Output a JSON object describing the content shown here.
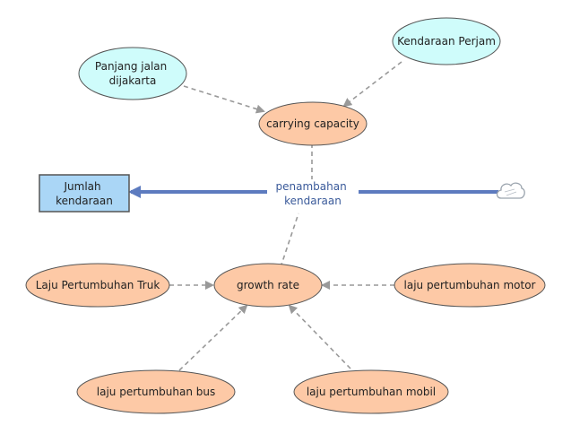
{
  "diagram": {
    "stock": {
      "lines": [
        "Jumlah",
        "kendaraan"
      ]
    },
    "flow": {
      "lines": [
        "penambahan",
        "kendaraan"
      ]
    },
    "aux": {
      "panjang_jalan": [
        "Panjang jalan",
        "dijakarta"
      ],
      "kendaraan_perjam": [
        "Kendaraan Perjam"
      ],
      "carrying_capacity": [
        "carrying capacity"
      ],
      "growth_rate": [
        "growth rate"
      ],
      "laju_truk": [
        "Laju Pertumbuhan Truk"
      ],
      "laju_motor": [
        "laju pertumbuhan motor"
      ],
      "laju_bus": [
        "laju pertumbuhan bus"
      ],
      "laju_mobil": [
        "laju pertumbuhan mobil"
      ]
    },
    "colors": {
      "aux_fill": "#fdc9a6",
      "input_fill": "#cffcfb",
      "stock_fill": "#aad6f6",
      "flow_pipe": "#5d7bbf",
      "link": "#999999",
      "stroke": "#555555"
    },
    "icons": {
      "source": "cloud-icon"
    }
  }
}
